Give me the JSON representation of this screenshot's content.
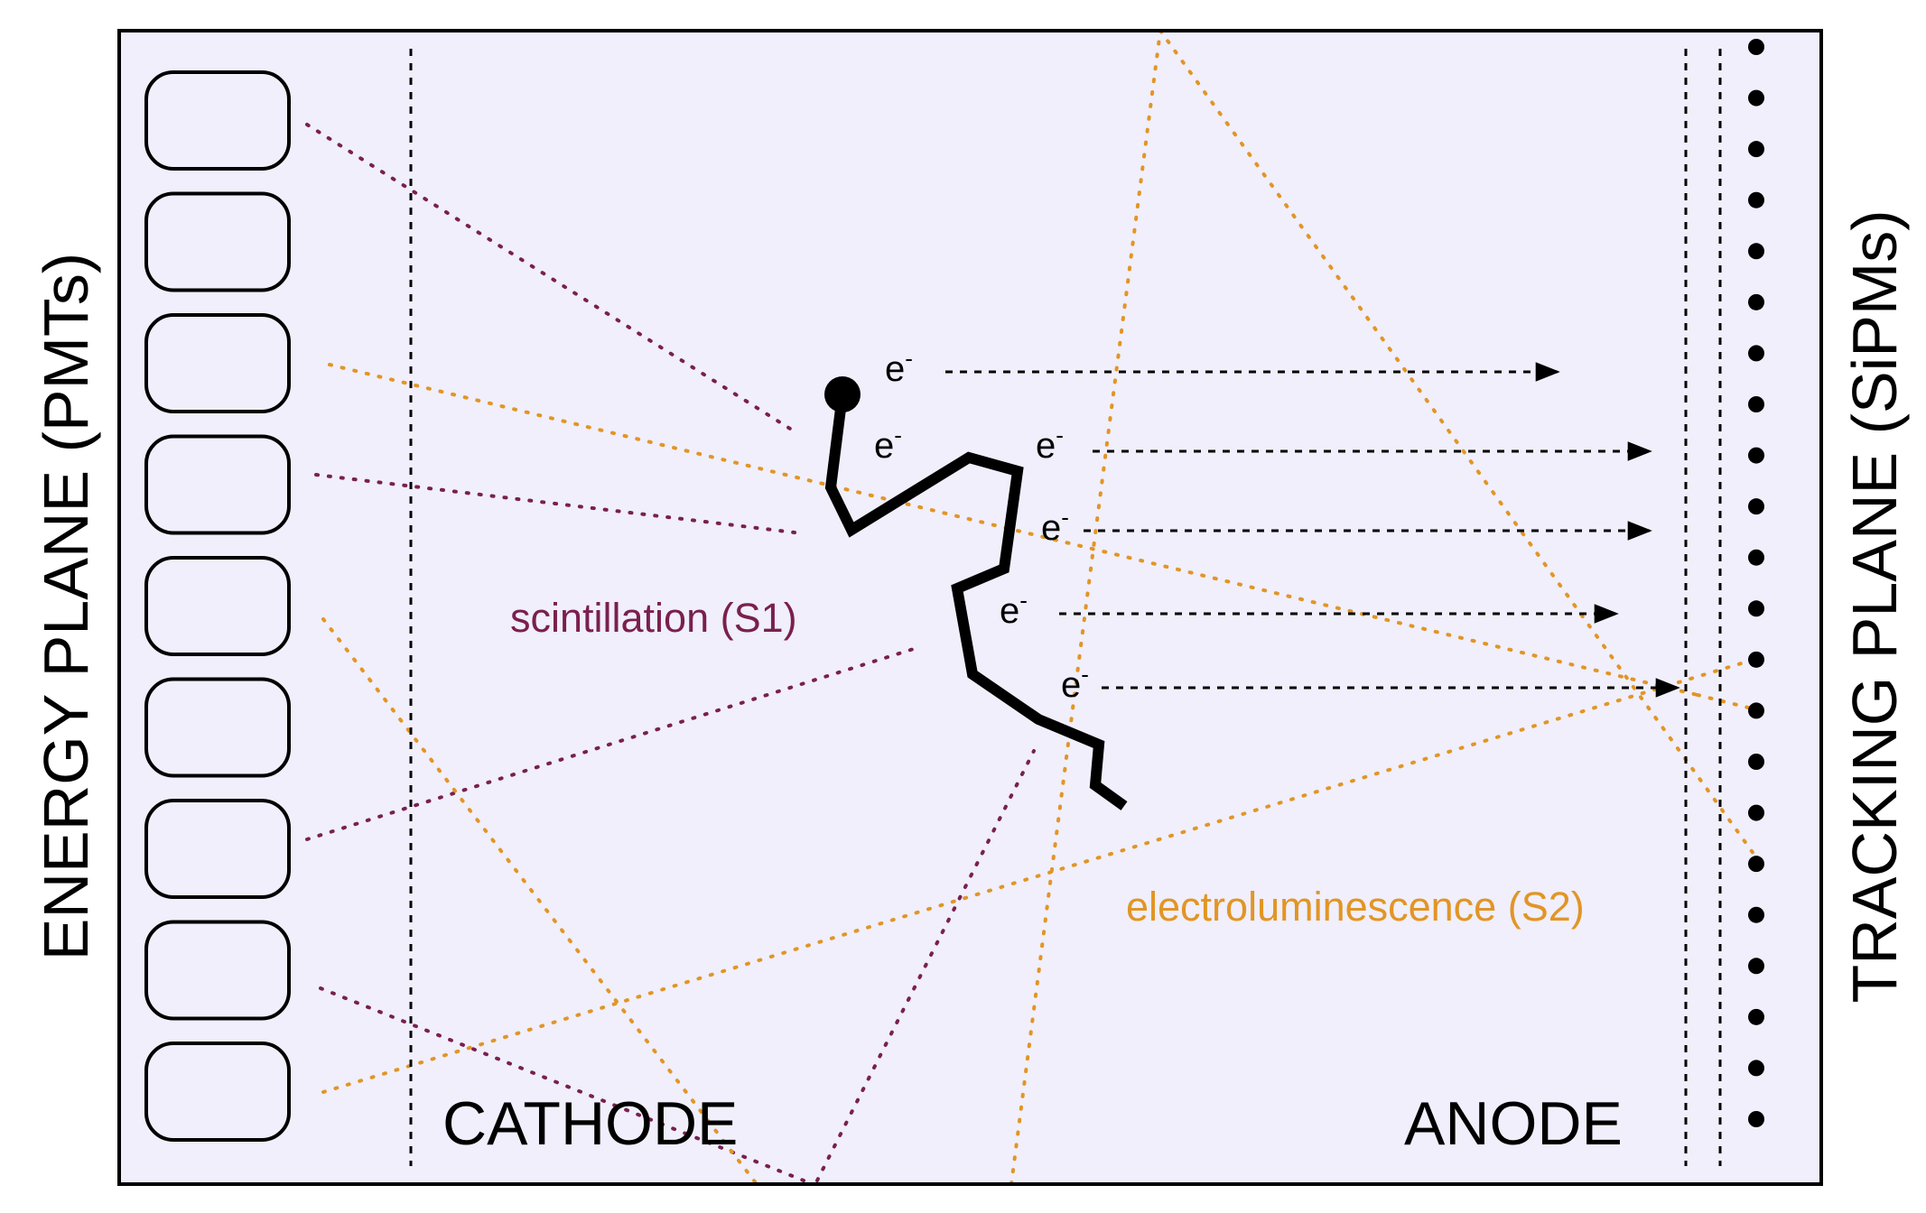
{
  "labels": {
    "energy_plane": "ENERGY PLANE (PMTs)",
    "tracking_plane": "TRACKING PLANE (SiPMs)",
    "cathode": "CATHODE",
    "anode": "ANODE",
    "scintillation": "scintillation (S1)",
    "electroluminescence": "electroluminescence (S2)",
    "electron": "e",
    "electron_charge": "-"
  },
  "colors": {
    "chamber_fill": "#f0effb",
    "outline": "#000000",
    "scintillation": "#7a1f4f",
    "electroluminescence": "#e29525",
    "track": "#000000"
  },
  "pmt_count": 9,
  "sipm_count": 22,
  "electron_count": 5
}
